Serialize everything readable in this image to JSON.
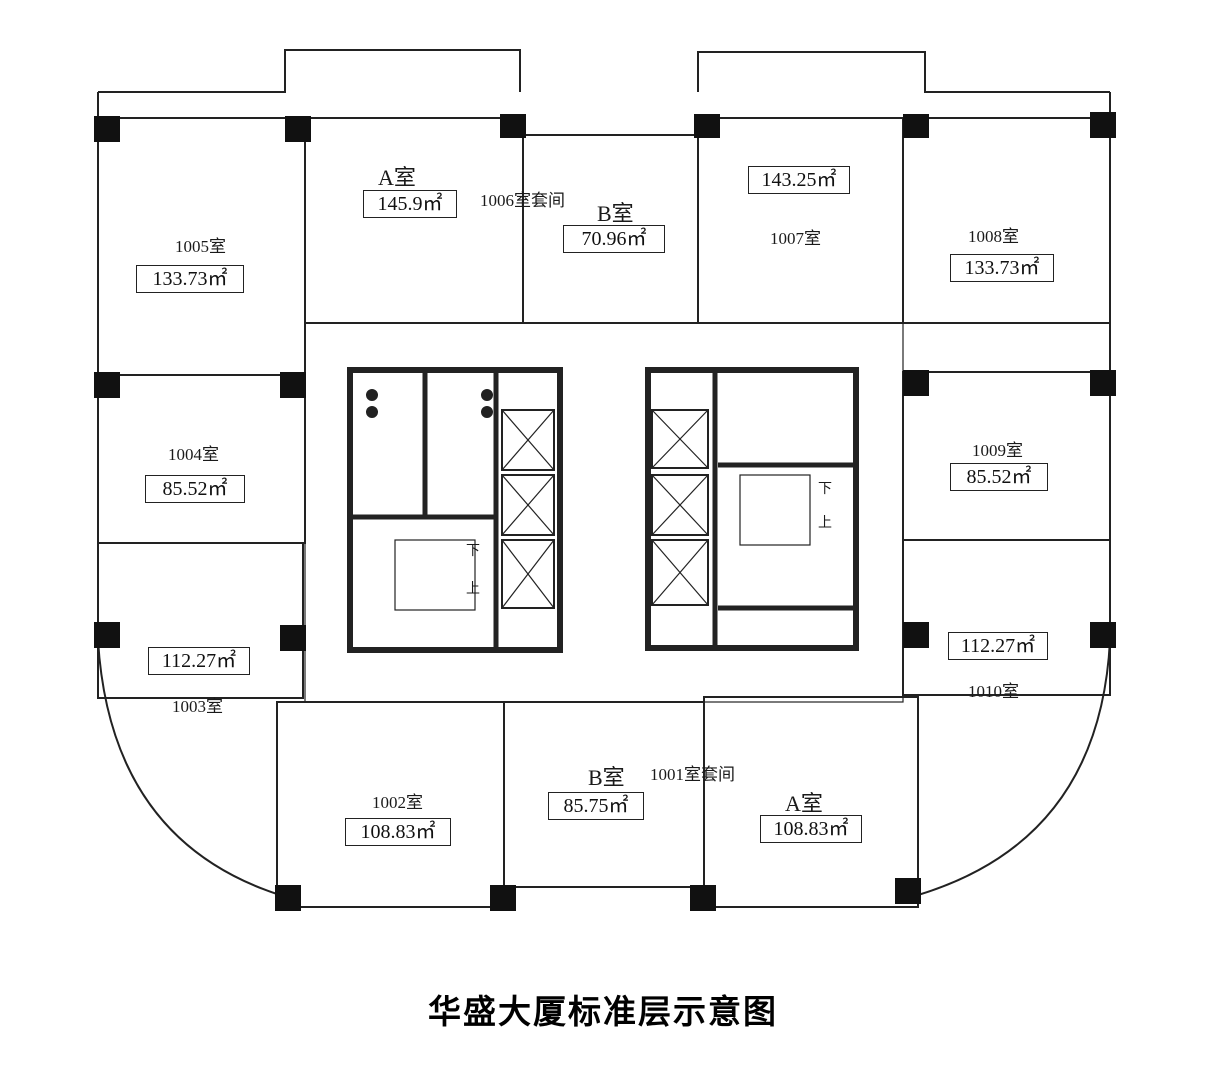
{
  "title": "华盛大厦标准层示意图",
  "rooms": {
    "r1005": {
      "name": "1005室",
      "area": "133.73㎡"
    },
    "r1006": {
      "suite": "1006室套间",
      "a_name": "A室",
      "a_area": "145.9㎡",
      "b_name": "B室",
      "b_area": "70.96㎡"
    },
    "r1007": {
      "name": "1007室",
      "area": "143.25㎡"
    },
    "r1008": {
      "name": "1008室",
      "area": "133.73㎡"
    },
    "r1004": {
      "name": "1004室",
      "area": "85.52㎡"
    },
    "r1009": {
      "name": "1009室",
      "area": "85.52㎡"
    },
    "r1003": {
      "name": "1003室",
      "area": "112.27㎡"
    },
    "r1010": {
      "name": "1010室",
      "area": "112.27㎡"
    },
    "r1002": {
      "name": "1002室",
      "area": "108.83㎡"
    },
    "r1001": {
      "suite": "1001室套间",
      "a_name": "A室",
      "a_area": "108.83㎡",
      "b_name": "B室",
      "b_area": "85.75㎡"
    }
  },
  "stairs": {
    "down": "下",
    "up": "上"
  }
}
